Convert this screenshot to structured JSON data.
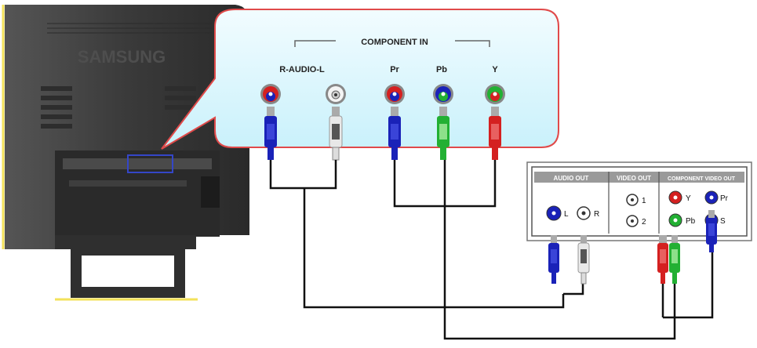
{
  "monitor": {
    "brand": "SAMSUNG"
  },
  "callout": {
    "group_label": "COMPONENT IN",
    "audio_label": "R-AUDIO-L",
    "ports": [
      {
        "label": "Pr",
        "color": "#cc2222"
      },
      {
        "label": "Pb",
        "color": "#22aa33"
      },
      {
        "label": "Y",
        "color": "#dd2222"
      }
    ]
  },
  "source_device": {
    "sections": [
      "AUDIO OUT",
      "VIDEO OUT",
      "COMPONENT VIDEO OUT"
    ],
    "audio_out": {
      "left_label": "L",
      "right_label": "R"
    },
    "video_out": {
      "port1_label": "1",
      "port2_label": "2"
    },
    "component_out": {
      "y_label": "Y",
      "pr_label": "Pr",
      "pb_label": "Pb",
      "s_label": "S"
    }
  },
  "colors": {
    "red": "#d42020",
    "white": "#e8e8e8",
    "blue": "#1a22b8",
    "green": "#22b033",
    "callout_bg": "#dff8ff",
    "callout_border": "#e04a4a",
    "monitor_body": "#3c3c3c",
    "cable": "#111111"
  }
}
